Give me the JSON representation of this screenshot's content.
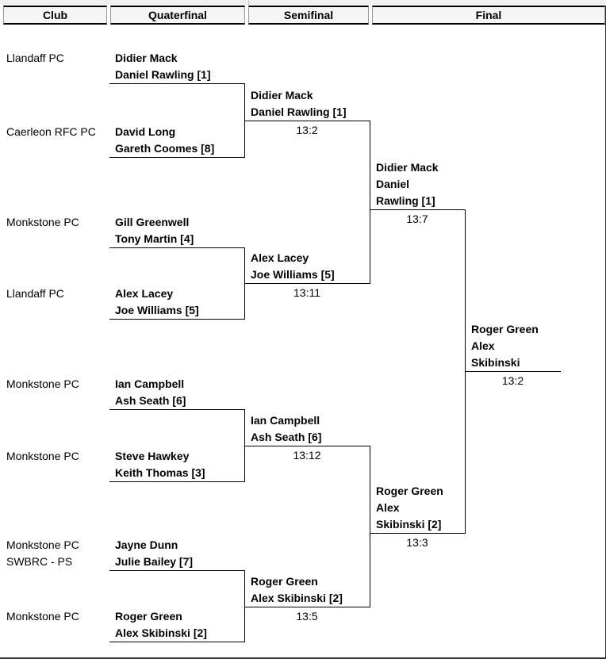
{
  "headers": {
    "club": "Club",
    "quarterfinal": "Quaterfinal",
    "semifinal": "Semifinal",
    "final": "Final"
  },
  "clubs": [
    [
      "Llandaff PC"
    ],
    [
      "Caerleon RFC PC"
    ],
    [
      "Monkstone PC"
    ],
    [
      "Llandaff PC"
    ],
    [
      "Monkstone PC"
    ],
    [
      "Monkstone PC"
    ],
    [
      "Monkstone PC",
      "SWBRC - PS"
    ],
    [
      "Monkstone PC"
    ]
  ],
  "quarterfinal": [
    [
      "Didier Mack",
      "Daniel Rawling [1]"
    ],
    [
      "David Long",
      "Gareth Coomes [8]"
    ],
    [
      "Gill Greenwell",
      "Tony Martin [4]"
    ],
    [
      "Alex Lacey",
      "Joe Williams [5]"
    ],
    [
      "Ian Campbell",
      "Ash Seath [6]"
    ],
    [
      "Steve Hawkey",
      "Keith Thomas [3]"
    ],
    [
      "Jayne Dunn",
      "Julie Bailey [7]"
    ],
    [
      "Roger Green",
      "Alex Skibinski [2]"
    ]
  ],
  "semifinal": [
    {
      "lines": [
        "Didier Mack",
        "Daniel Rawling [1]"
      ],
      "score": "13:2"
    },
    {
      "lines": [
        "Alex Lacey",
        "Joe Williams [5]"
      ],
      "score": "13:11"
    },
    {
      "lines": [
        "Ian Campbell",
        "Ash Seath [6]"
      ],
      "score": "13:12"
    },
    {
      "lines": [
        "Roger Green",
        "Alex Skibinski [2]"
      ],
      "score": "13:5"
    }
  ],
  "final": [
    {
      "lines": [
        "Didier Mack",
        "Daniel",
        "Rawling [1]"
      ],
      "score": "13:7"
    },
    {
      "lines": [
        "Roger Green",
        "Alex",
        "Skibinski [2]"
      ],
      "score": "13:3"
    }
  ],
  "winner": {
    "lines": [
      "Roger Green",
      "Alex",
      "Skibinski"
    ],
    "score": "13:2"
  }
}
